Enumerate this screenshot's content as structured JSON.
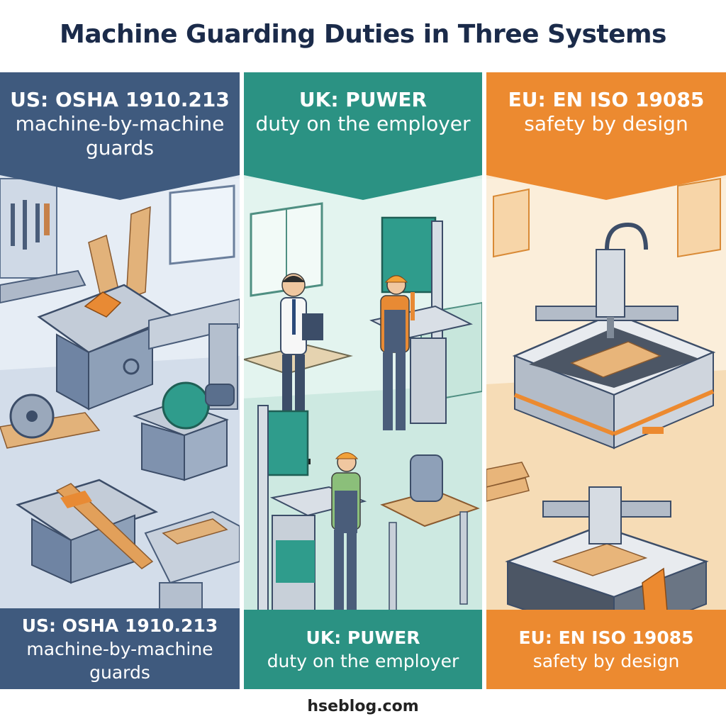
{
  "title": "Machine Guarding Duties in Three Systems",
  "footer": "hseblog.com",
  "colors": {
    "us": "#3f5a7e",
    "uk": "#2b9283",
    "eu": "#ec8a30"
  },
  "panels": {
    "us": {
      "heading": "US: OSHA 1910.213",
      "subheading": "machine-by-machine guards",
      "footer_heading": "US: OSHA 1910.213",
      "footer_subheading": "machine-by-machine guards"
    },
    "uk": {
      "heading": "UK: PUWER",
      "subheading": "duty on the employer",
      "footer_heading": "UK: PUWER",
      "footer_subheading": "duty on the employer"
    },
    "eu": {
      "heading": "EU: EN ISO 19085",
      "subheading": "safety by design",
      "footer_heading": "EU: EN ISO 19085",
      "footer_subheading": "safety by design"
    }
  }
}
